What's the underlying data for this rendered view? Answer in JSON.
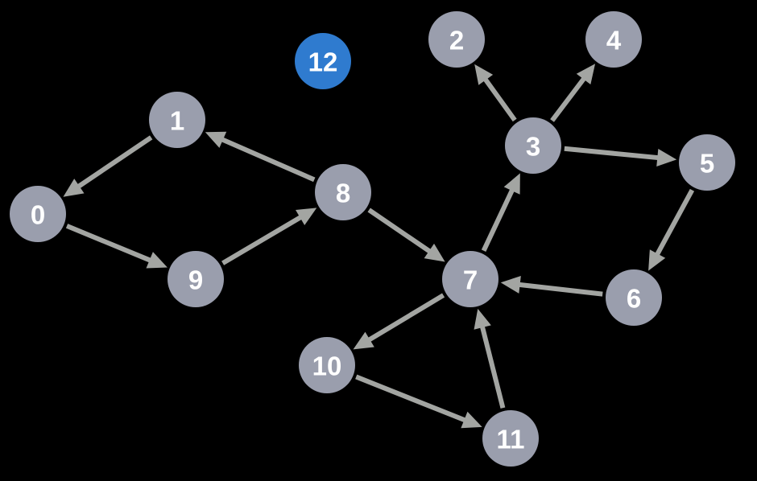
{
  "colors": {
    "background": "#000000",
    "node_fill": "#9a9ead",
    "node_highlight_fill": "#2f7bcf",
    "edge": "#a3a5a2",
    "label": "#ffffff"
  },
  "nodes": [
    {
      "id": "0",
      "label": "0",
      "highlight": false
    },
    {
      "id": "1",
      "label": "1",
      "highlight": false
    },
    {
      "id": "2",
      "label": "2",
      "highlight": false
    },
    {
      "id": "3",
      "label": "3",
      "highlight": false
    },
    {
      "id": "4",
      "label": "4",
      "highlight": false
    },
    {
      "id": "5",
      "label": "5",
      "highlight": false
    },
    {
      "id": "6",
      "label": "6",
      "highlight": false
    },
    {
      "id": "7",
      "label": "7",
      "highlight": false
    },
    {
      "id": "8",
      "label": "8",
      "highlight": false
    },
    {
      "id": "9",
      "label": "9",
      "highlight": false
    },
    {
      "id": "10",
      "label": "10",
      "highlight": false
    },
    {
      "id": "11",
      "label": "11",
      "highlight": false
    },
    {
      "id": "12",
      "label": "12",
      "highlight": true
    }
  ],
  "edges": [
    {
      "from": "1",
      "to": "0"
    },
    {
      "from": "0",
      "to": "9"
    },
    {
      "from": "9",
      "to": "8"
    },
    {
      "from": "8",
      "to": "1"
    },
    {
      "from": "8",
      "to": "7"
    },
    {
      "from": "7",
      "to": "3"
    },
    {
      "from": "3",
      "to": "2"
    },
    {
      "from": "3",
      "to": "4"
    },
    {
      "from": "3",
      "to": "5"
    },
    {
      "from": "5",
      "to": "6"
    },
    {
      "from": "6",
      "to": "7"
    },
    {
      "from": "7",
      "to": "10"
    },
    {
      "from": "10",
      "to": "11"
    },
    {
      "from": "11",
      "to": "7"
    }
  ]
}
